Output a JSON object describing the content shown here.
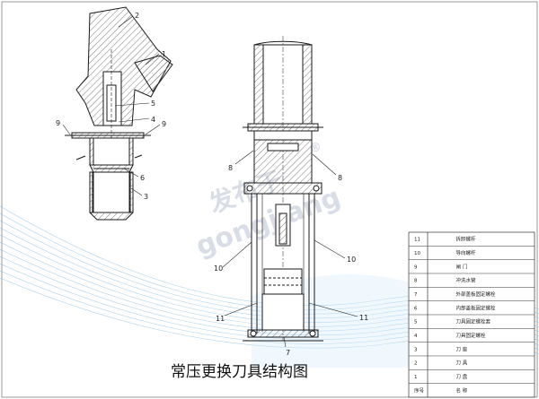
{
  "title": "常压更换刀具结构图",
  "watermark": {
    "line1": "发布于",
    "line2": "gongjiang",
    "mark": "®"
  },
  "left_callouts": [
    "1",
    "2",
    "3",
    "4",
    "5",
    "6",
    "9",
    "9"
  ],
  "right_callouts": [
    "7",
    "8",
    "8",
    "10",
    "10",
    "11",
    "11"
  ],
  "parts_table": {
    "header": {
      "no": "序号",
      "name": "名  称"
    },
    "rows": [
      {
        "no": "11",
        "name": "拆卸螺杆"
      },
      {
        "no": "10",
        "name": "导向螺杆"
      },
      {
        "no": "9",
        "name": "闸  门"
      },
      {
        "no": "8",
        "name": "冲洗水管"
      },
      {
        "no": "7",
        "name": "外部盖板固定螺栓"
      },
      {
        "no": "6",
        "name": "内部盖板固定螺栓"
      },
      {
        "no": "5",
        "name": "刀具固定螺栓套"
      },
      {
        "no": "4",
        "name": "刀具固定螺栓"
      },
      {
        "no": "3",
        "name": "刀  座"
      },
      {
        "no": "2",
        "name": "刀  具"
      },
      {
        "no": "1",
        "name": "刀  盘"
      }
    ]
  },
  "colors": {
    "line": "#1a1a1a",
    "hatch": "#7a7a7a",
    "wave": "#8fc3e8",
    "watermark": "#d9dde6"
  }
}
